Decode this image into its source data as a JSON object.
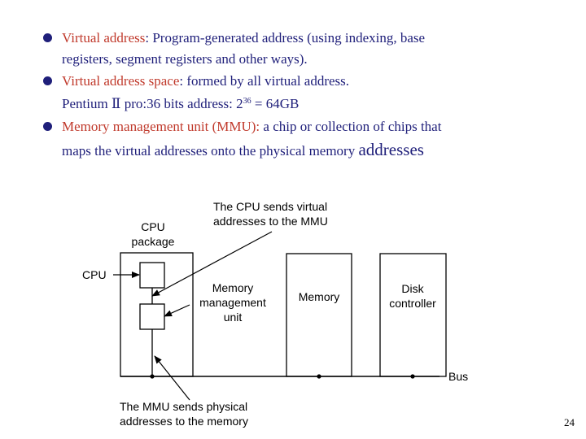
{
  "bullets": [
    {
      "term": "Virtual address",
      "rest": ": Program-generated address (using indexing, base",
      "cont": "registers, segment registers and other ways)."
    },
    {
      "term": "Virtual address space",
      "rest": ": formed by all virtual address.",
      "cont_prefix": "Pentium Ⅱ pro:36 bits address: 2",
      "cont_sup": "36",
      "cont_suffix": " = 64GB"
    },
    {
      "term": "Memory management unit (MMU):",
      "rest": " a chip or collection of chips that",
      "cont_main": "maps the virtual addresses onto the physical memory ",
      "cont_big": "addresses"
    }
  ],
  "diagram": {
    "cpu_sends_line1": "The CPU sends virtual",
    "cpu_sends_line2": "addresses to the MMU",
    "cpu_package_line1": "CPU",
    "cpu_package_line2": "package",
    "cpu_label": "CPU",
    "mmu_line1": "Memory",
    "mmu_line2": "management",
    "mmu_line3": "unit",
    "memory_label": "Memory",
    "disk_line1": "Disk",
    "disk_line2": "controller",
    "bus_label": "Bus",
    "mmu_sends_line1": "The MMU sends physical",
    "mmu_sends_line2": "addresses to the memory"
  },
  "page_number": "24"
}
